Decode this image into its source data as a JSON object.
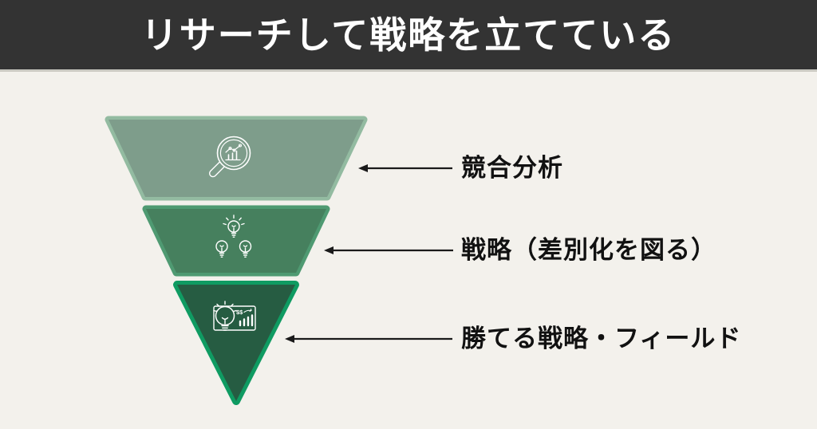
{
  "title": "リサーチして戦略を立てている",
  "funnel": {
    "levels": [
      {
        "label": "競合分析",
        "icon": "magnifier-chart-icon"
      },
      {
        "label": "戦略（差別化を図る）",
        "icon": "lightbulbs-icon"
      },
      {
        "label": "勝てる戦略・フィールド",
        "icon": "bulb-profit-chart-icon"
      }
    ],
    "icon3_text": "$$"
  },
  "colors": {
    "header_bg": "#333333",
    "header_text": "#ffffff",
    "header_divider": "#cbcac2",
    "page_bg": "#f3f1ec",
    "label_text": "#111111",
    "arrow": "#1a1a1a",
    "icon_stroke": "#ffffff",
    "level1_fill": "#7e9d8b",
    "level1_border": "#93bba1",
    "level2_fill": "#46805e",
    "level2_border": "#4f9a72",
    "level3_fill": "#265c42",
    "level3_border": "#0f9b62"
  }
}
